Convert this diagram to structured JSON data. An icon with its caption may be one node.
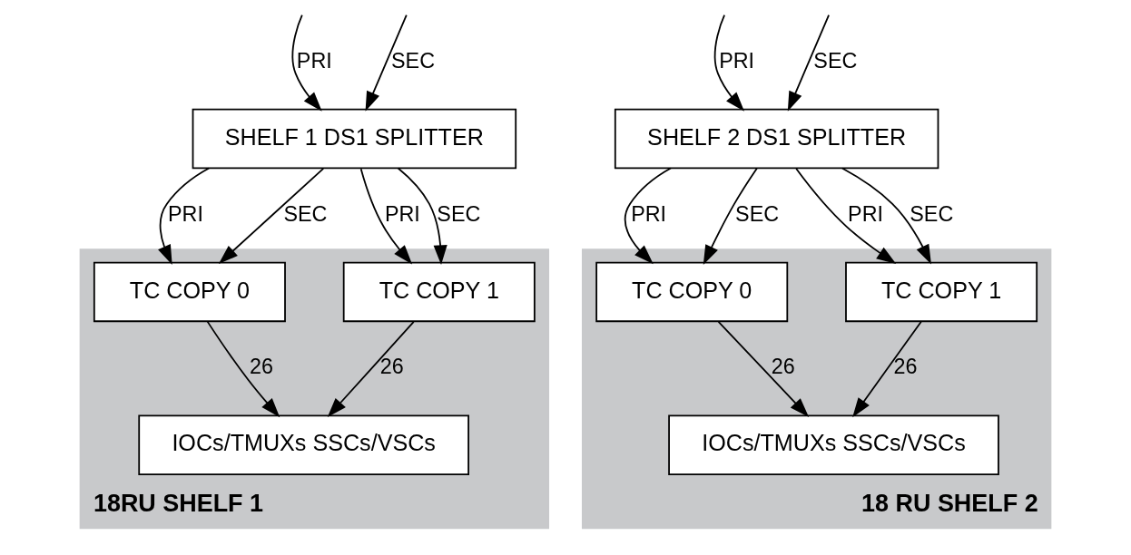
{
  "diagram": {
    "nodes": [
      {
        "text": [
          "SHELF 1 DS1 SPLITTER"
        ]
      },
      {
        "text": [
          "18RU SHELF 1"
        ]
      },
      {
        "text": [
          "TC COPY 0"
        ],
        "in": 1
      },
      {
        "text": [
          "TC COPY 1"
        ],
        "in": 1
      },
      {
        "text": [
          "IOCs/TMUXs SSCs/VSCs"
        ],
        "in": 1
      },
      {
        "text": [
          "SHELF 2 DS1 SPLITTER"
        ]
      },
      {
        "text": [
          "18 RU SHELF 2"
        ]
      },
      {
        "text": [
          "TC COPY 0"
        ],
        "in": 6
      },
      {
        "text": [
          "TC COPY 1"
        ],
        "in": 6
      },
      {
        "text": [
          "IOCs/TMUXs SSCs/VSCs"
        ],
        "in": 6
      }
    ],
    "edges": [
      {
        "from": null,
        "to": 0,
        "arrow": "to",
        "label": "PRI"
      },
      {
        "from": null,
        "to": 0,
        "arrow": "to",
        "label": "SEC"
      },
      {
        "from": 0,
        "to": 2,
        "arrow": "to",
        "label": "PRI"
      },
      {
        "from": 0,
        "to": 2,
        "arrow": "to",
        "label": "SEC"
      },
      {
        "from": 0,
        "to": 3,
        "arrow": "to",
        "label": "PRI"
      },
      {
        "from": 0,
        "to": 3,
        "arrow": "to",
        "label": "SEC"
      },
      {
        "from": 2,
        "to": 4,
        "arrow": "to",
        "label": "26"
      },
      {
        "from": 3,
        "to": 4,
        "arrow": "to",
        "label": "26"
      },
      {
        "from": null,
        "to": 5,
        "arrow": "to",
        "label": "PRI"
      },
      {
        "from": null,
        "to": 5,
        "arrow": "to",
        "label": "SEC"
      },
      {
        "from": 5,
        "to": 7,
        "arrow": "to",
        "label": "PRI"
      },
      {
        "from": 5,
        "to": 7,
        "arrow": "to",
        "label": "SEC"
      },
      {
        "from": 5,
        "to": 8,
        "arrow": "to",
        "label": "PRI"
      },
      {
        "from": 5,
        "to": 8,
        "arrow": "to",
        "label": "SEC"
      },
      {
        "from": 7,
        "to": 9,
        "arrow": "to",
        "label": "26"
      },
      {
        "from": 8,
        "to": 9,
        "arrow": "to",
        "label": "26"
      }
    ]
  }
}
